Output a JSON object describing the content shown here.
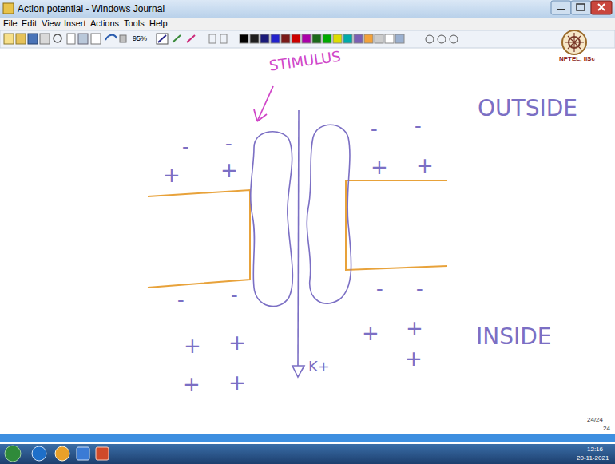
{
  "diagram": {
    "labels": [
      "Action potential - Windows Journal",
      "File",
      "Edit",
      "View",
      "Insert",
      "Actions",
      "Tools",
      "Help",
      "95%",
      "NPTEL, IISc",
      "STIMULUS",
      "OUTSIDE",
      "INSIDE",
      "-",
      "-",
      "+",
      "+",
      "-",
      "-",
      "+",
      "+",
      "-",
      "-",
      "-",
      "-",
      "+",
      "+",
      "+",
      "+",
      "+",
      "+",
      "+",
      "K+",
      "24/24",
      "24",
      "12:16",
      "20-11-2021"
    ]
  }
}
